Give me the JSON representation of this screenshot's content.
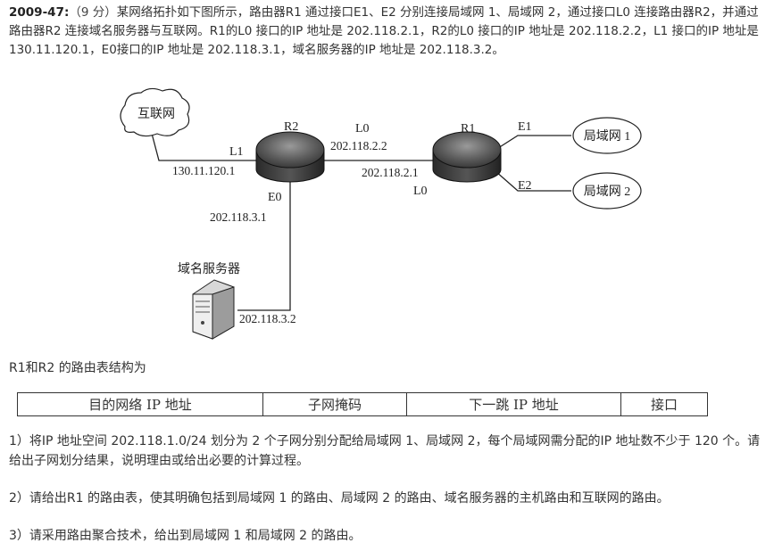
{
  "question": {
    "id": "2009-47:",
    "points": "（9 分）",
    "intro": "某网络拓扑如下图所示，路由器R1 通过接口E1、E2 分别连接局域网 1、局域网 2，通过接口L0 连接路由器R2，并通过路由器R2 连接域名服务器与互联网。R1的L0 接口的IP 地址是 202.118.2.1，R2的L0 接口的IP 地址是 202.118.2.2，L1 接口的IP 地址是 130.11.120.1，E0接口的IP 地址是 202.118.3.1，域名服务器的IP 地址是 202.118.3.2。"
  },
  "diagram": {
    "internet": "互联网",
    "r2": "R2",
    "r1": "R1",
    "l1": "L1",
    "l1_ip": "130.11.120.1",
    "l0_top": "L0",
    "r2_l0_ip": "202.118.2.2",
    "r1_l0_ip": "202.118.2.1",
    "l0_bottom": "L0",
    "e0": "E0",
    "e0_ip": "202.118.3.1",
    "e1": "E1",
    "e2": "E2",
    "lan1": "局域网 1",
    "lan2": "局域网 2",
    "dns_label": "域名服务器",
    "dns_ip": "202.118.3.2"
  },
  "table": {
    "caption": "R1和R2 的路由表结构为",
    "headers": [
      "目的网络 IP 地址",
      "子网掩码",
      "下一跳 IP 地址",
      "接口"
    ]
  },
  "questions": [
    "1）将IP 地址空间 202.118.1.0/24 划分为 2 个子网分别分配给局域网 1、局域网 2，每个局域网需分配的IP 地址数不少于 120 个。请给出子网划分结果，说明理由或给出必要的计算过程。",
    "2）请给出R1 的路由表，使其明确包括到局域网 1 的路由、局域网 2 的路由、域名服务器的主机路由和互联网的路由。",
    "3）请采用路由聚合技术，给出到局域网 1 和局域网 2 的路由。"
  ]
}
